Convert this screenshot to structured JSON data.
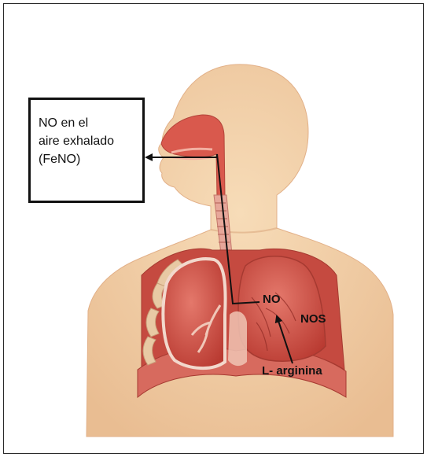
{
  "callout": {
    "lines": [
      "NO en el",
      "aire exhalado",
      "(FeNO)"
    ]
  },
  "labels": {
    "no": "NO",
    "nos": "NOS",
    "arginine": "L- arginina"
  },
  "colors": {
    "skin": "#f3cfa6",
    "skin_shadow": "#e2b088",
    "airway": "#d85a4e",
    "lung": "#c8453b",
    "lung_light": "#e98a7e",
    "arrow": "#111111"
  }
}
